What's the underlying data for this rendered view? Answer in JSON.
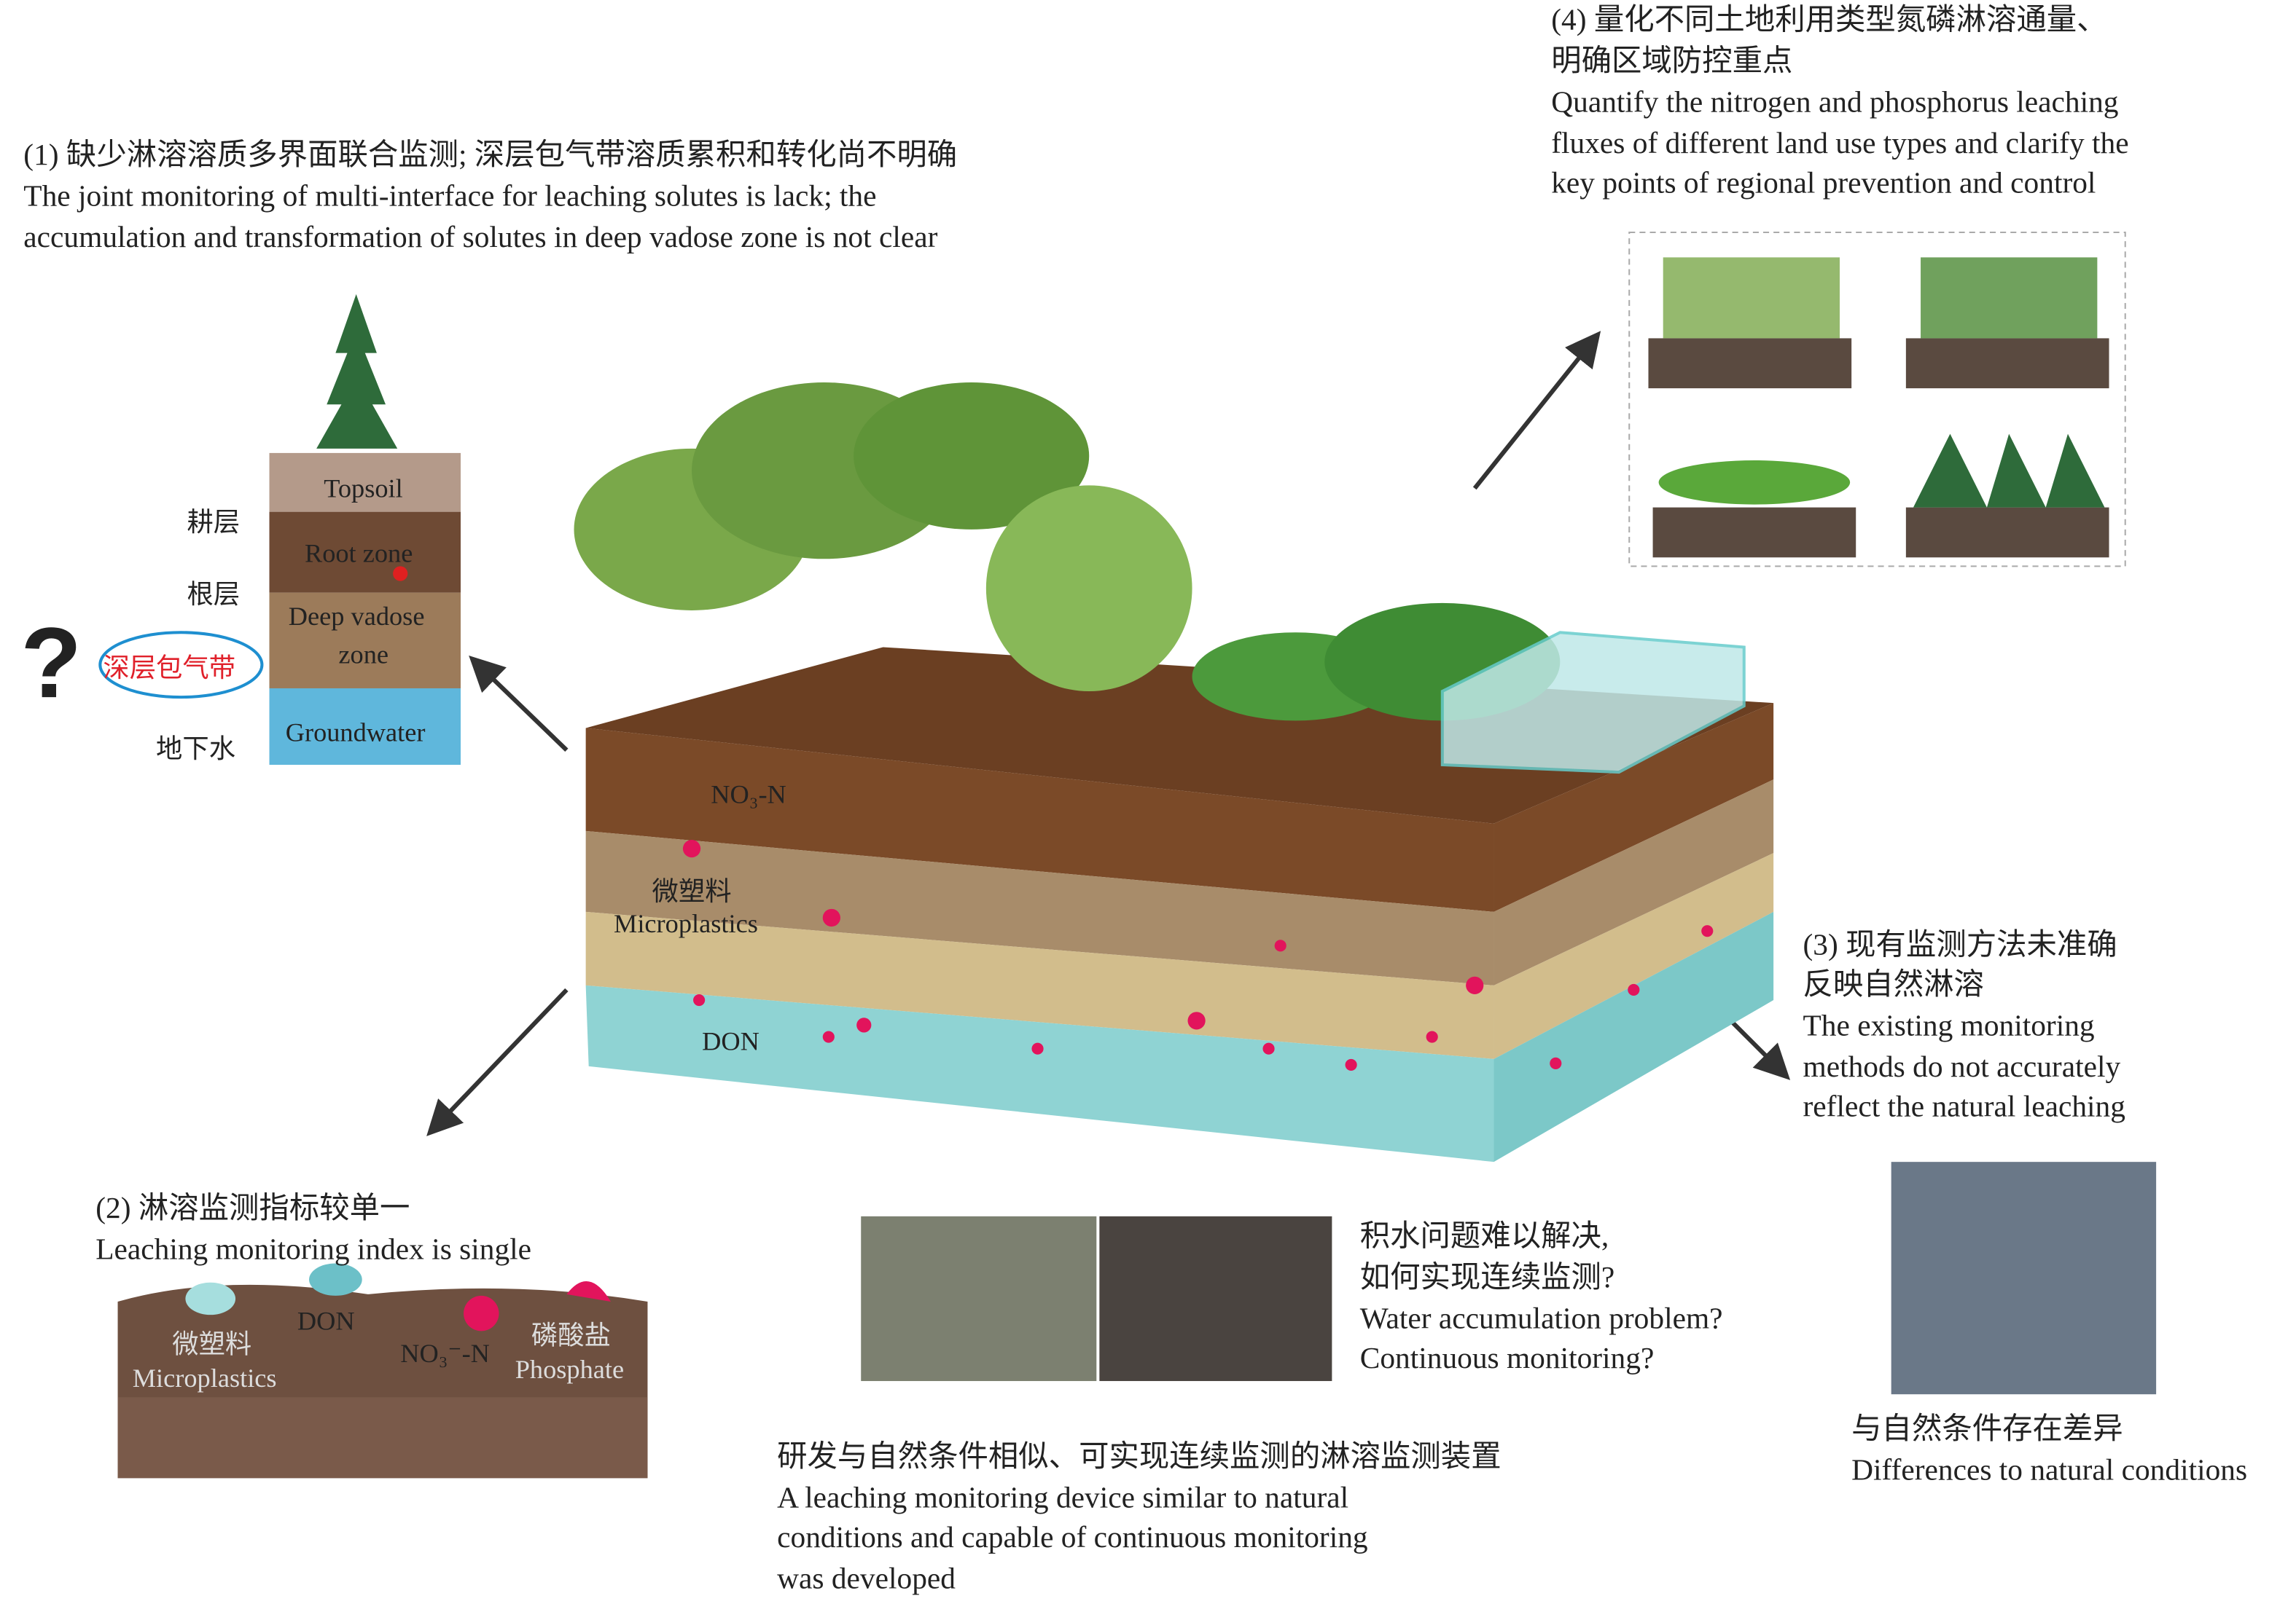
{
  "panel1": {
    "title_cn": "(1) 缺少淋溶溶质多界面联合监测; 深层包气带溶质累积和转化尚不明确",
    "line1": "The joint monitoring of multi-interface for leaching solutes is lack; the",
    "line2": "accumulation and transformation of solutes in deep vadose zone is not clear",
    "profile": {
      "topsoil": "Topsoil",
      "root_zone": "Root zone",
      "deep_vadose_1": "Deep vadose",
      "deep_vadose_2": "zone",
      "groundwater": "Groundwater",
      "cn_tillage": "耕层",
      "cn_root": "根层",
      "cn_deep": "深层包气带",
      "cn_groundwater": "地下水",
      "question": "?"
    }
  },
  "panel2": {
    "title_cn": "(2) 淋溶监测指标较单一",
    "title_en": "Leaching monitoring index is single",
    "labels": {
      "mp_cn": "微塑料",
      "mp_en": "Microplastics",
      "don": "DON",
      "no3": "NO₃⁻-N",
      "phos_cn": "磷酸盐",
      "phos_en": "Phosphate"
    }
  },
  "panel3": {
    "title_cn_1": "(3) 现有监测方法未准确",
    "title_cn_2": "反映自然淋溶",
    "en_1": "The existing monitoring",
    "en_2": "methods do not accurately",
    "en_3": "reflect the natural leaching",
    "photo_caption_cn": "与自然条件存在差异",
    "photo_caption_en": "Differences to natural conditions"
  },
  "panel4": {
    "title_cn_1": "(4) 量化不同土地利用类型氮磷淋溶通量、",
    "title_cn_2": "明确区域防控重点",
    "en_1": "Quantify the nitrogen and phosphorus leaching",
    "en_2": "fluxes of different land use types and clarify the",
    "en_3": "key points of regional prevention and control"
  },
  "block": {
    "no3": "NO₃-N",
    "mp_cn": "微塑料",
    "mp_en": "Microplastics",
    "don": "DON"
  },
  "water": {
    "cn_1": "积水问题难以解决,",
    "cn_2": "如何实现连续监测?",
    "en_1": "Water accumulation problem?",
    "en_2": "Continuous monitoring?"
  },
  "conclusion": {
    "cn": "研发与自然条件相似、可实现连续监测的淋溶监测装置",
    "en_1": "A leaching monitoring device similar to natural",
    "en_2": "conditions and capable of continuous monitoring",
    "en_3": "was developed"
  },
  "colors": {
    "soil_dark": "#6b3f22",
    "soil_mid": "#a88c6a",
    "soil_light": "#d2bd8c",
    "groundwater": "#8fd3d3",
    "solute_pink": "#e2145c",
    "highlight_oval": "#1e8fd0"
  }
}
